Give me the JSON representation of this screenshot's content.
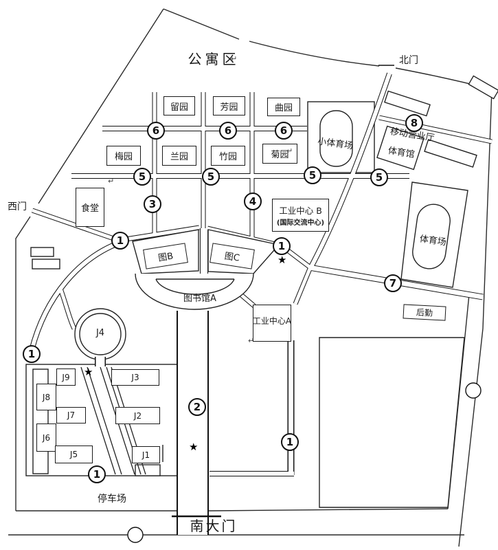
{
  "labels": {
    "apartment_area": "公寓区",
    "north_gate": "北门",
    "west_gate": "西门",
    "south_gate": "南大门",
    "parking_lot": "停车场",
    "canteen": "食堂",
    "garden_liu": "留园",
    "garden_fang": "芳园",
    "garden_qu": "曲园",
    "garden_mei": "梅园",
    "garden_lan": "兰园",
    "garden_zhu": "竹园",
    "garden_ju": "菊园",
    "small_sports_field": "小体育场",
    "mobile_service_hall": "移动营业厅",
    "gymnasium": "体育馆",
    "sports_field": "体育场",
    "industry_center_b": "工业中心 B",
    "industry_center_b_sub": "(国际交流中心)",
    "industry_center_a": "工业中心A",
    "logistics": "后勤",
    "library_b": "图B",
    "library_c": "图C",
    "library_a": "图书馆A",
    "j1": "J1",
    "j2": "J2",
    "j3": "J3",
    "j4": "J4",
    "j5": "J5",
    "j6": "J6",
    "j7": "J7",
    "j8": "J8",
    "j9": "J9"
  },
  "symbols": {
    "star": "★",
    "return_mark": "↵",
    "n1": "1",
    "n2": "2",
    "n3": "3",
    "n4": "4",
    "n5": "5",
    "n6": "6",
    "n7": "7",
    "n8": "8"
  }
}
